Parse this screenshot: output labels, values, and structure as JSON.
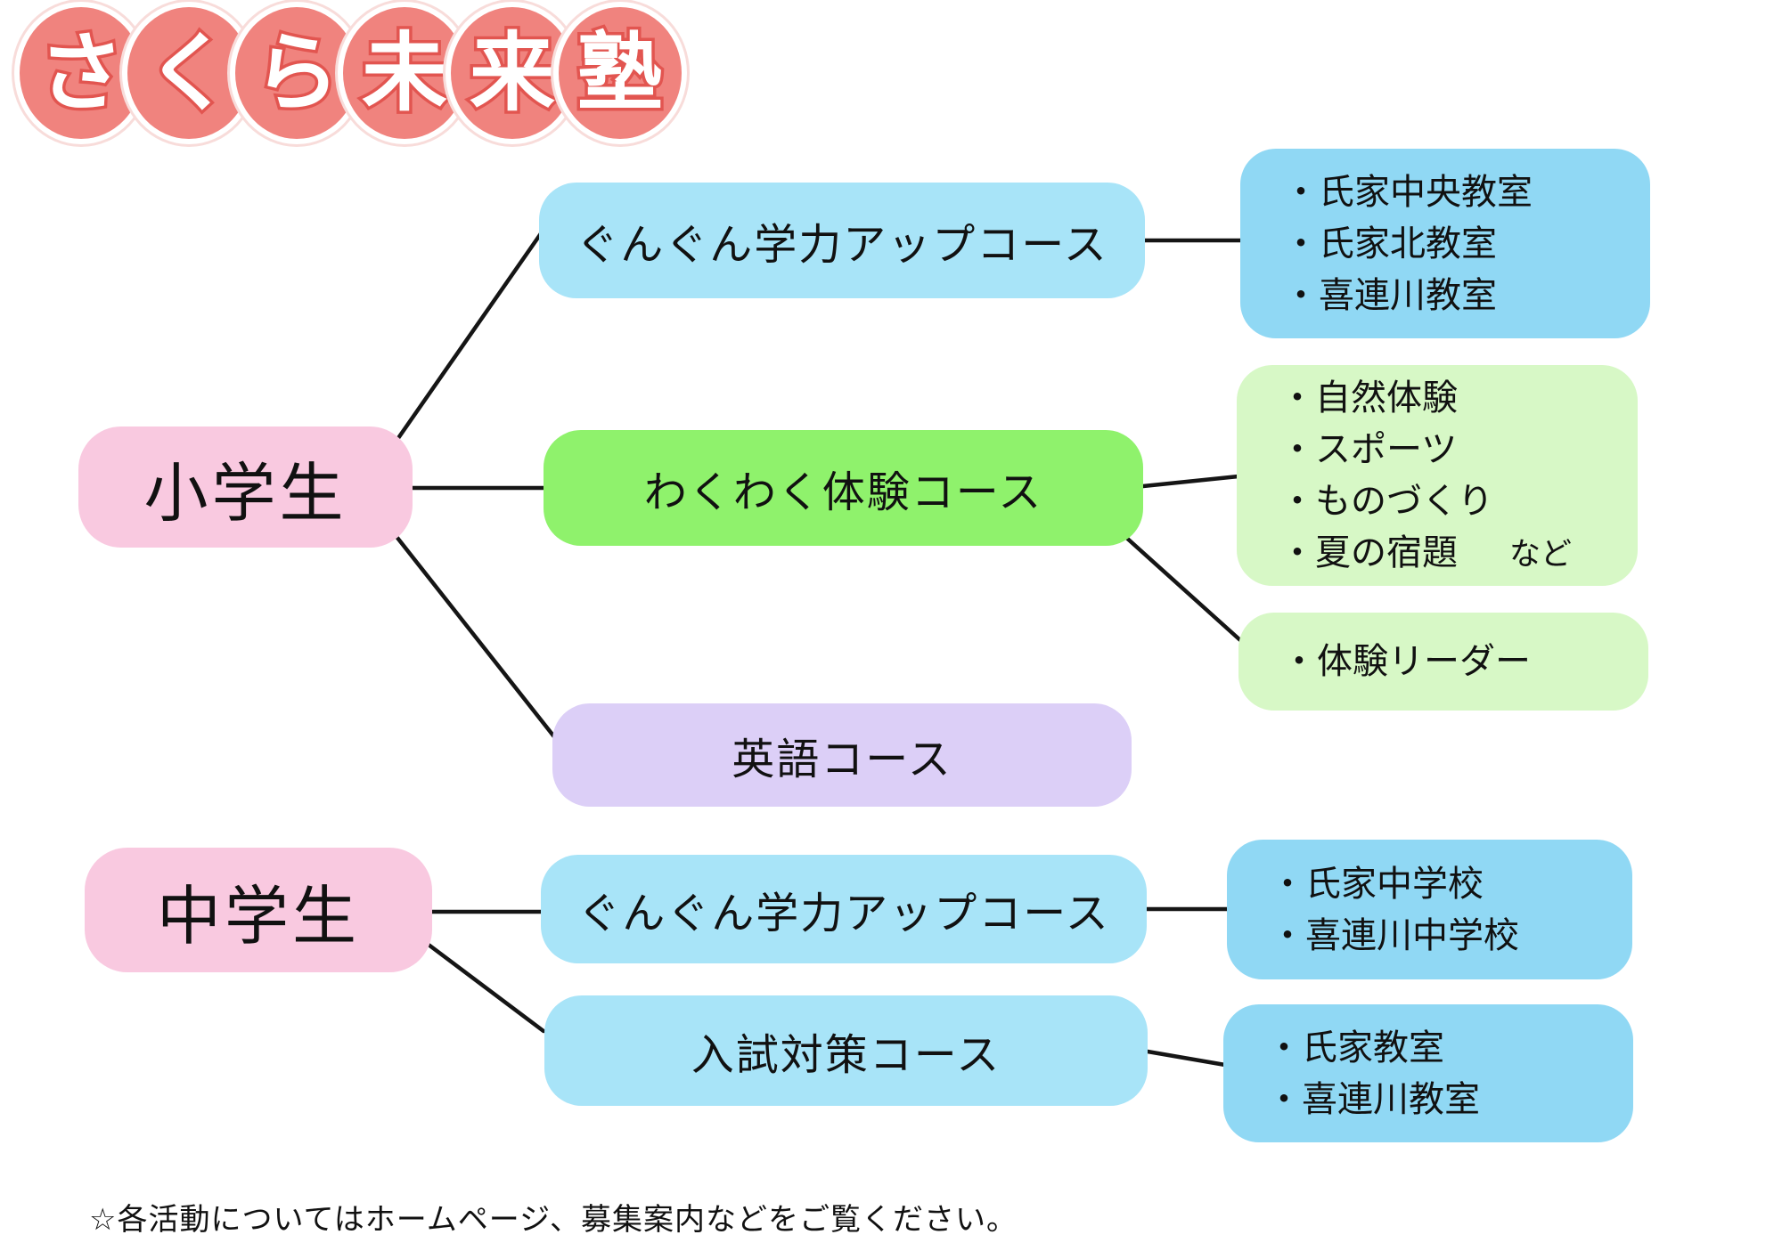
{
  "logo": {
    "chars": [
      "さ",
      "く",
      "ら",
      "未",
      "来",
      "塾"
    ]
  },
  "nodes": {
    "elementary": {
      "label": "小学生"
    },
    "junior_high": {
      "label": "中学生"
    }
  },
  "courses": {
    "gungun_elementary": {
      "label": "ぐんぐん学力アップコース"
    },
    "wakuwaku": {
      "label": "わくわく体験コース"
    },
    "eigo": {
      "label": "英語コース"
    },
    "gungun_junior": {
      "label": "ぐんぐん学力アップコース"
    },
    "nyushi": {
      "label": "入試対策コース"
    }
  },
  "details": {
    "gungun_elementary_rooms": {
      "items": [
        "・氏家中央教室",
        "・氏家北教室",
        "・喜連川教室"
      ]
    },
    "wakuwaku_activities": {
      "items": [
        "・自然体験",
        "・スポーツ",
        "・ものづくり",
        "・夏の宿題"
      ],
      "suffix": "など"
    },
    "wakuwaku_leader": {
      "items": [
        "・体験リーダー"
      ]
    },
    "gungun_junior_schools": {
      "items": [
        "・氏家中学校",
        "・喜連川中学校"
      ]
    },
    "nyushi_rooms": {
      "items": [
        "・氏家教室",
        "・喜連川教室"
      ]
    }
  },
  "footer": {
    "note": "☆各活動についてはホームページ、募集案内などをご覧ください。"
  },
  "colors": {
    "logo_circle": "#F0837E",
    "logo_stroke": "#E25550",
    "node_pink": "#F9C9E0",
    "course_blue": "#A8E4F8",
    "course_green": "#8FF26C",
    "course_purple": "#DCCFF7",
    "detail_blue": "#90D8F4",
    "detail_green": "#D7F8C6",
    "line": "#151515",
    "text": "#111111"
  }
}
